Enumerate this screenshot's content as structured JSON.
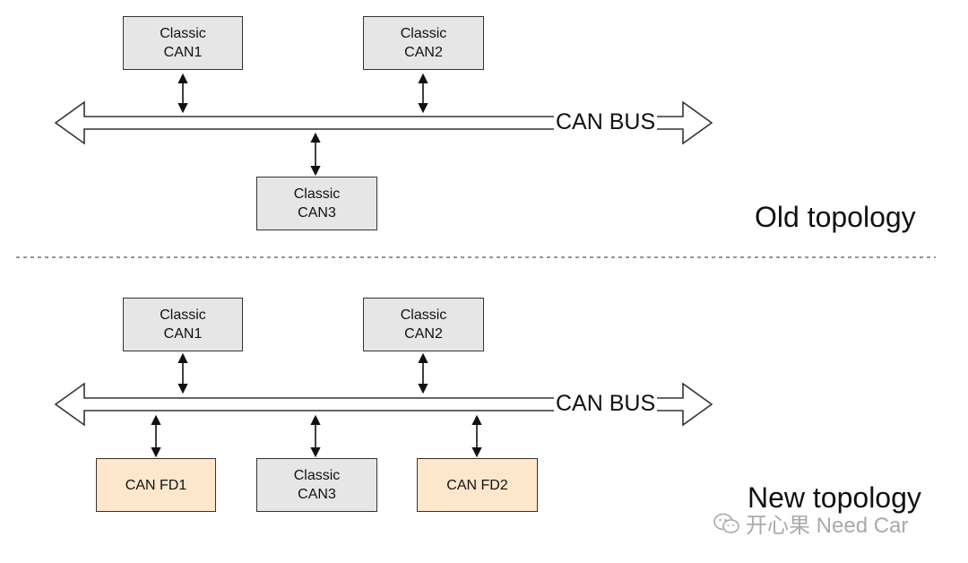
{
  "colors": {
    "classic_fill": "#e6e6e6",
    "fd_fill": "#fde6cc",
    "stroke": "#333333",
    "text": "#111111",
    "watermark": "#aaaaaa"
  },
  "old": {
    "bus_label": "CAN BUS",
    "caption": "Old topology",
    "nodes": [
      {
        "kind": "classic",
        "line1": "Classic",
        "line2": "CAN1"
      },
      {
        "kind": "classic",
        "line1": "Classic",
        "line2": "CAN2"
      },
      {
        "kind": "classic",
        "line1": "Classic",
        "line2": "CAN3"
      }
    ]
  },
  "new": {
    "bus_label": "CAN BUS",
    "caption": "New topology",
    "nodes": [
      {
        "kind": "classic",
        "line1": "Classic",
        "line2": "CAN1"
      },
      {
        "kind": "classic",
        "line1": "Classic",
        "line2": "CAN2"
      },
      {
        "kind": "fd",
        "line1": "CAN FD1",
        "line2": ""
      },
      {
        "kind": "classic",
        "line1": "Classic",
        "line2": "CAN3"
      },
      {
        "kind": "fd",
        "line1": "CAN FD2",
        "line2": ""
      }
    ]
  },
  "watermark": {
    "icon": "wechat-icon",
    "text": "开心果 Need Car"
  }
}
